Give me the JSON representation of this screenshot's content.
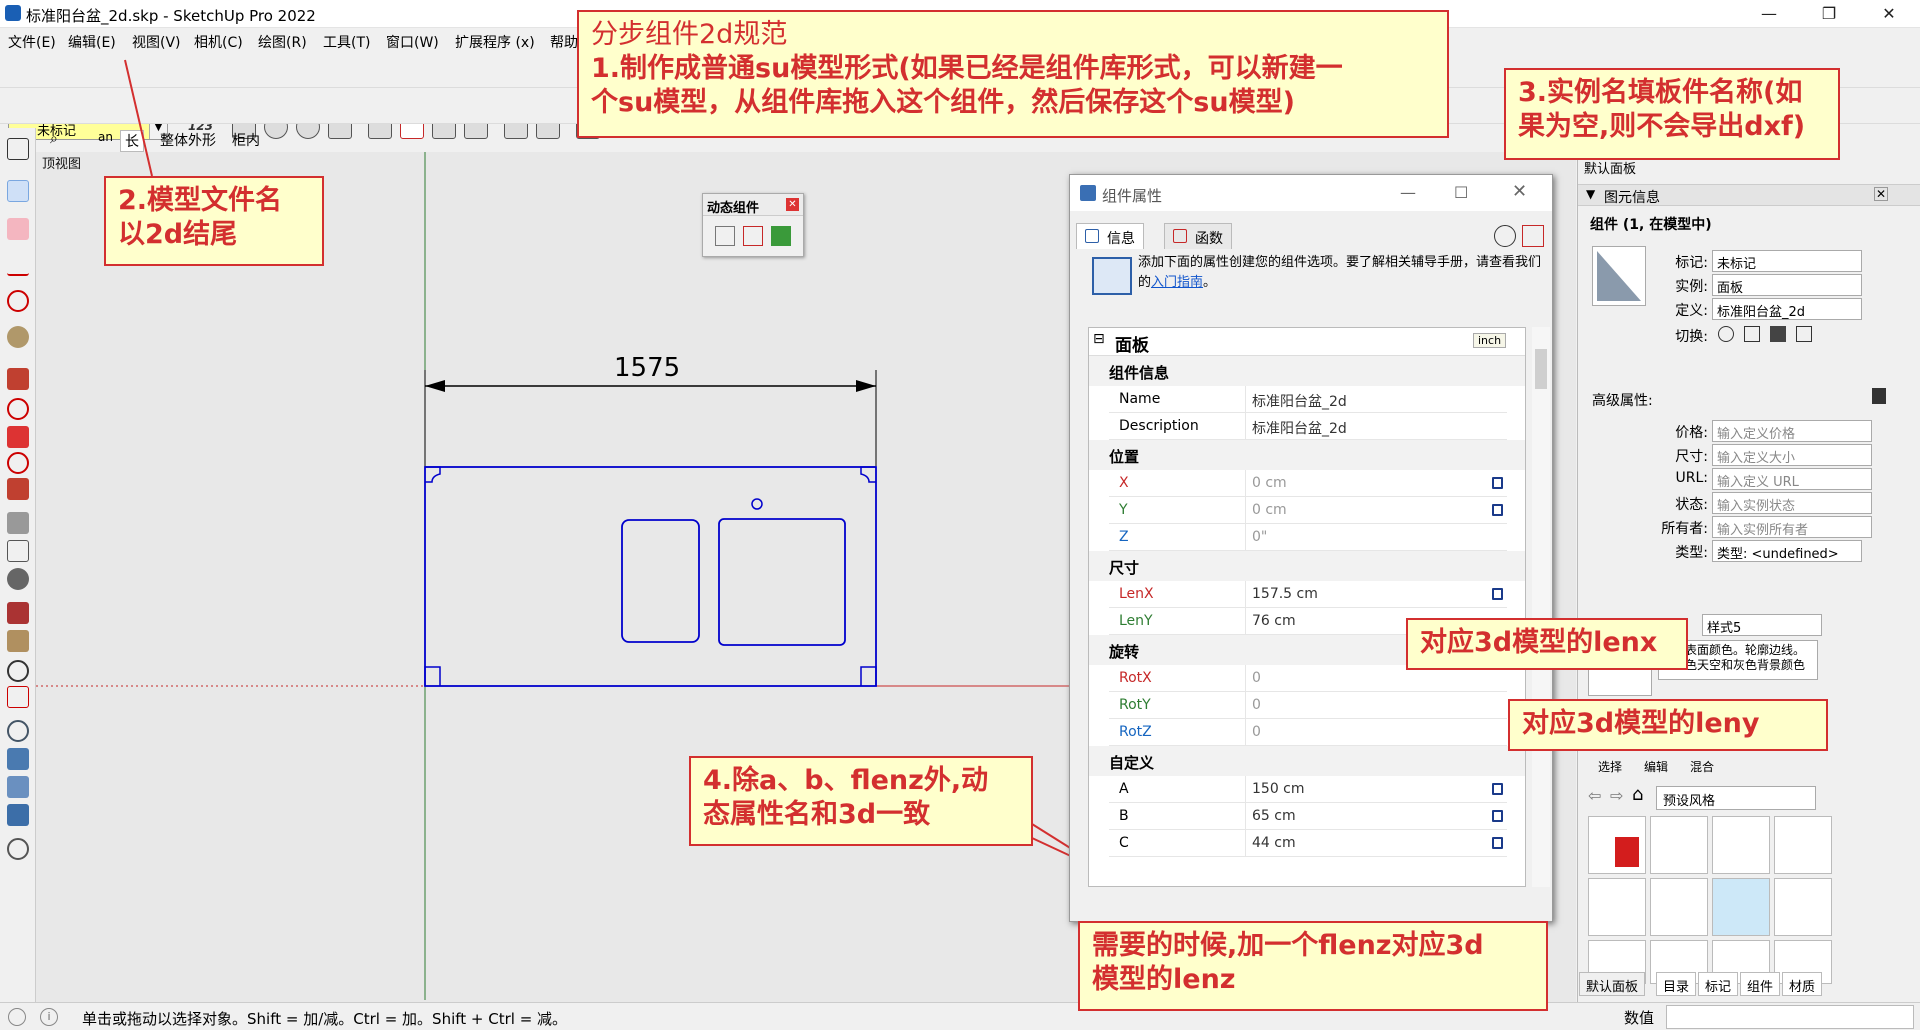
{
  "window": {
    "title": "标准阳台盆_2d.skp - SketchUp Pro 2022",
    "controls": {
      "minimize": "—",
      "maximize": "❐",
      "close": "✕"
    }
  },
  "menu": [
    "文件(E)",
    "编辑(E)",
    "视图(V)",
    "相机(C)",
    "绘图(R)",
    "工具(T)",
    "窗口(W)",
    "扩展程序 (x)",
    "帮助"
  ],
  "toolbar": {
    "tag_selector": "未标记",
    "tool_123": "123"
  },
  "tabs": [
    "长",
    "整体外形",
    "柜内"
  ],
  "search_hint": "an",
  "view": {
    "label": "顶视图",
    "dimension": "1575"
  },
  "dynamic_components": {
    "title": "动态组件"
  },
  "component_attributes": {
    "title": "组件属性",
    "tabs": [
      "信息",
      "函数"
    ],
    "hint": "添加下面的属性创建您的组件选项。要了解相关辅导手册，请查看我们的",
    "hint_link": "入门指南",
    "hint_end": "。",
    "unit": "inch",
    "panel_title": "面板",
    "sections": {
      "info": "组件信息",
      "position": "位置",
      "size": "尺寸",
      "rotation": "旋转",
      "custom": "自定义"
    },
    "rows": {
      "name": {
        "k": "Name",
        "v": "标准阳台盆_2d"
      },
      "desc": {
        "k": "Description",
        "v": "标准阳台盆_2d"
      },
      "x": {
        "k": "X",
        "v": "0 cm"
      },
      "y": {
        "k": "Y",
        "v": "0 cm"
      },
      "z": {
        "k": "Z",
        "v": "0\""
      },
      "lenx": {
        "k": "LenX",
        "v": "157.5 cm"
      },
      "leny": {
        "k": "LenY",
        "v": "76 cm"
      },
      "rotx": {
        "k": "RotX",
        "v": "0"
      },
      "roty": {
        "k": "RotY",
        "v": "0"
      },
      "rotz": {
        "k": "RotZ",
        "v": "0"
      },
      "a": {
        "k": "A",
        "v": "150 cm"
      },
      "b": {
        "k": "B",
        "v": "65 cm"
      },
      "c": {
        "k": "C",
        "v": "44 cm"
      }
    }
  },
  "right_panel": {
    "tray_title": "默认面板",
    "entity_info": "图元信息",
    "component_line": "组件 (1, 在模型中)",
    "tag_label": "标记:",
    "tag_value": "未标记",
    "instance_label": "实例:",
    "instance_value": "面板",
    "definition_label": "定义:",
    "definition_value": "标准阳台盆_2d",
    "toggle_label": "切换:",
    "advanced_label": "高级属性:",
    "adv_rows": [
      {
        "label": "价格:",
        "placeholder": "输入定义价格"
      },
      {
        "label": "尺寸:",
        "placeholder": "输入定义大小"
      },
      {
        "label": "URL:",
        "placeholder": "输入定义 URL"
      },
      {
        "label": "状态:",
        "placeholder": "输入实例状态"
      },
      {
        "label": "所有者:",
        "placeholder": "输入实例所有者"
      }
    ],
    "type_label": "类型:",
    "type_value": "类型: <undefined>",
    "style_name": "样式5",
    "style_desc": "默认表面颜色。轮廓边线。淡蓝色天空和灰色背景颜色",
    "style_tabs": [
      "选择",
      "编辑",
      "混合"
    ],
    "style_preset": "预设风格",
    "bottom_tabs": [
      "默认面板",
      "目录",
      "标记",
      "组件",
      "材质"
    ],
    "value_label": "数值"
  },
  "status": {
    "message": "单击或拖动以选择对象。Shift = 加/减。Ctrl = 加。Shift + Ctrl = 减。"
  },
  "annotations": {
    "n1_line1": "分步组件2d规范",
    "n1_line2": "1.制作成普通su模型形式(如果已经是组件库形式，可以新建一",
    "n1_line3": "个su模型，从组件库拖入这个组件，然后保存这个su模型)",
    "n2_line1": "2.模型文件名",
    "n2_line2": "以2d结尾",
    "n3_line1": "3.实例名填板件名称(如",
    "n3_line2": "果为空,则不会导出dxf)",
    "n4_line1": "4.除a、b、flenz外,动",
    "n4_line2": "态属性名和3d一致",
    "n5": "对应3d模型的lenx",
    "n6": "对应3d模型的leny",
    "n7_line1": "需要的时候,加一个flenz对应3d",
    "n7_line2": "模型的lenz"
  },
  "colors": {
    "annotation_red": "#d32f2f",
    "annotation_fill": "#ffffcc",
    "drawing_blue": "#0000cc"
  }
}
